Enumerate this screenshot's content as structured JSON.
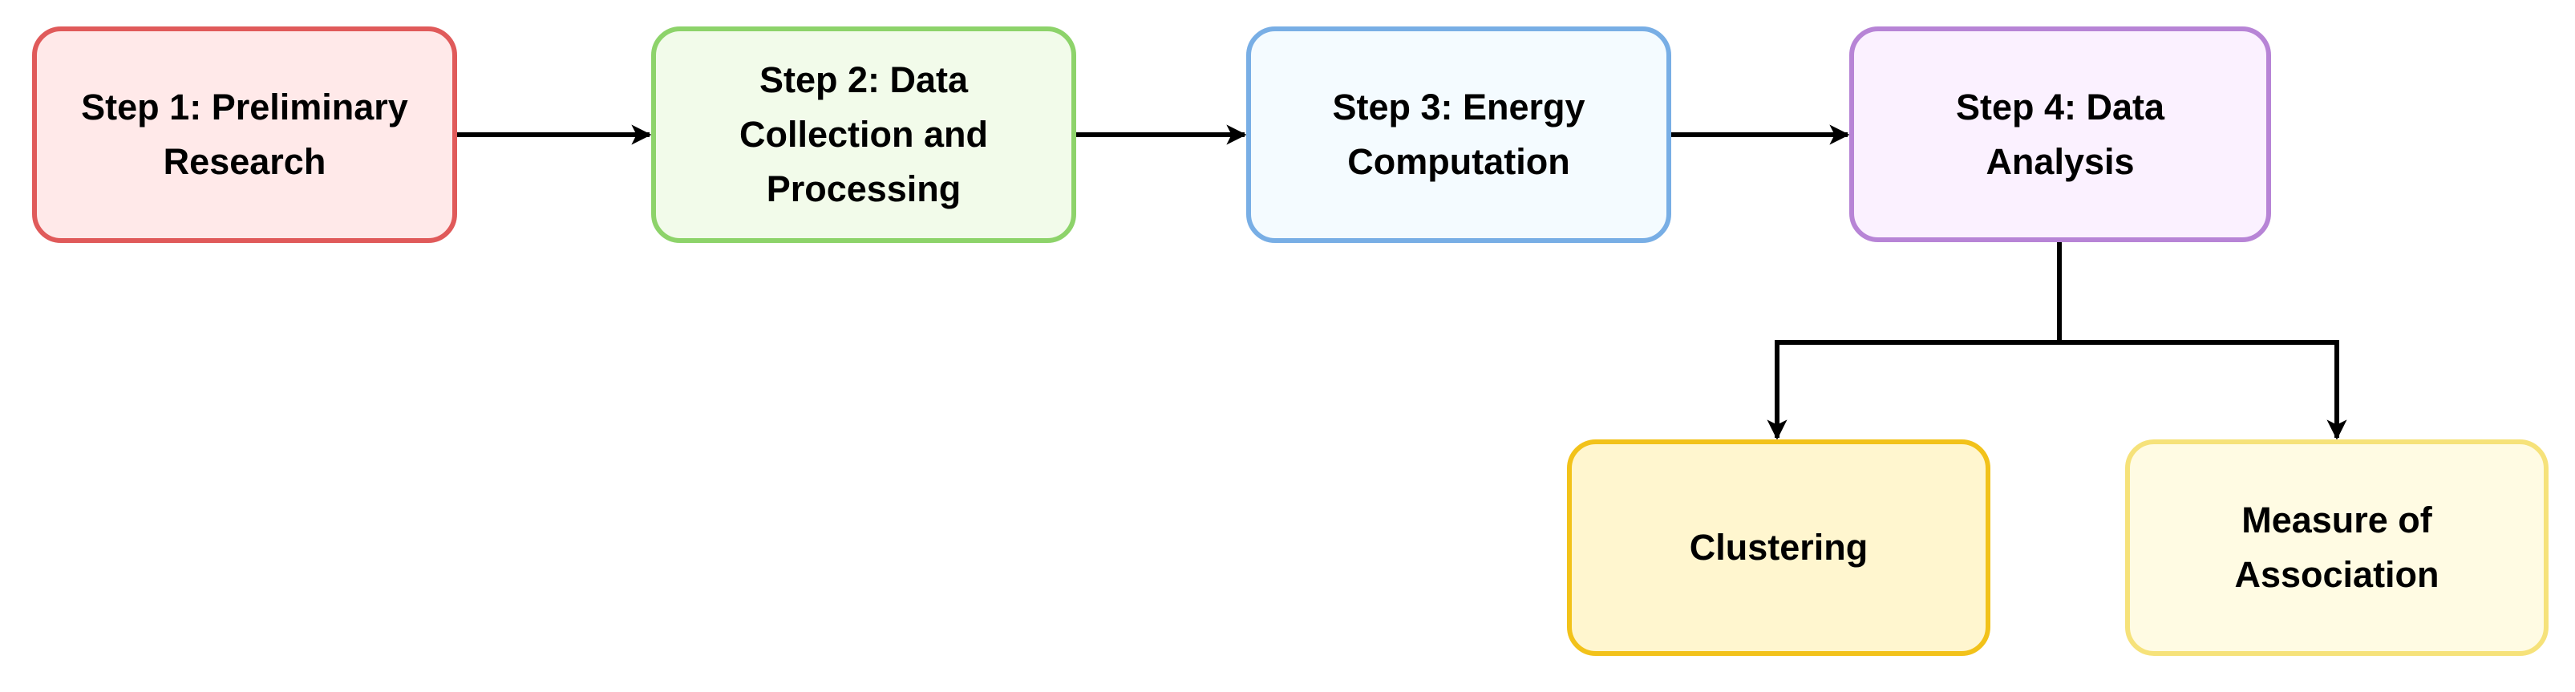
{
  "diagram": {
    "nodes": [
      {
        "id": "step1",
        "label": "Step 1: Preliminary Research",
        "fill": "#FFE9E9",
        "stroke": "#E05A5A"
      },
      {
        "id": "step2",
        "label": "Step 2: Data Collection and Processing",
        "fill": "#F2FBEA",
        "stroke": "#8DD36A"
      },
      {
        "id": "step3",
        "label": "Step 3: Energy Computation",
        "fill": "#F4FBFF",
        "stroke": "#78AEE5"
      },
      {
        "id": "step4",
        "label": "Step 4: Data Analysis",
        "fill": "#FBF1FF",
        "stroke": "#B784D6"
      },
      {
        "id": "clustering",
        "label": "Clustering",
        "fill": "#FFF6CF",
        "stroke": "#F2C21A"
      },
      {
        "id": "association",
        "label": "Measure of Association",
        "fill": "#FFFBE3",
        "stroke": "#F6E27A"
      }
    ],
    "edges": [
      {
        "from": "step1",
        "to": "step2"
      },
      {
        "from": "step2",
        "to": "step3"
      },
      {
        "from": "step3",
        "to": "step4"
      },
      {
        "from": "step4",
        "to": "clustering"
      },
      {
        "from": "step4",
        "to": "association"
      }
    ],
    "edge_color": "#000000"
  }
}
